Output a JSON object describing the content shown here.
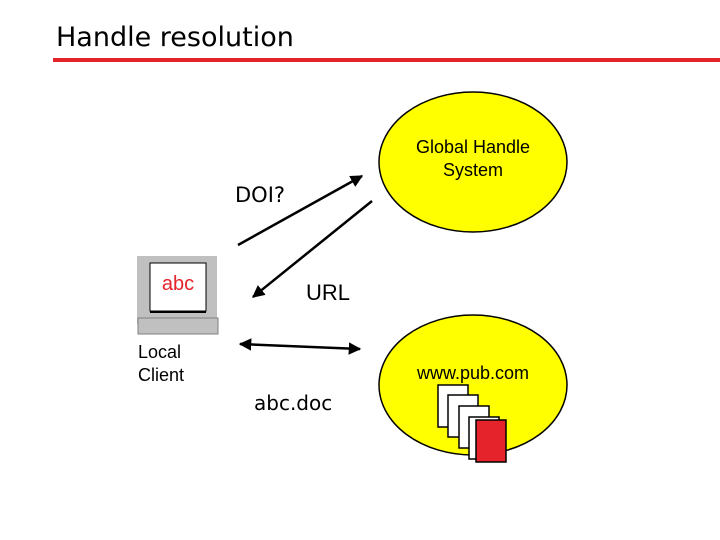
{
  "title": "Handle resolution",
  "nodes": {
    "global_handle_system": "Global Handle\nSystem",
    "publisher_server": "www.pub.com",
    "local_client": "Local\nClient",
    "screen_text": "abc"
  },
  "edges": {
    "request": "DOI?",
    "response": "URL",
    "document": "abc.doc"
  },
  "colors": {
    "accent_rule": "#e4232a",
    "ellipse_fill": "#ffff00",
    "screen_text": "#e4232a",
    "doc_highlight": "#e4232a"
  }
}
